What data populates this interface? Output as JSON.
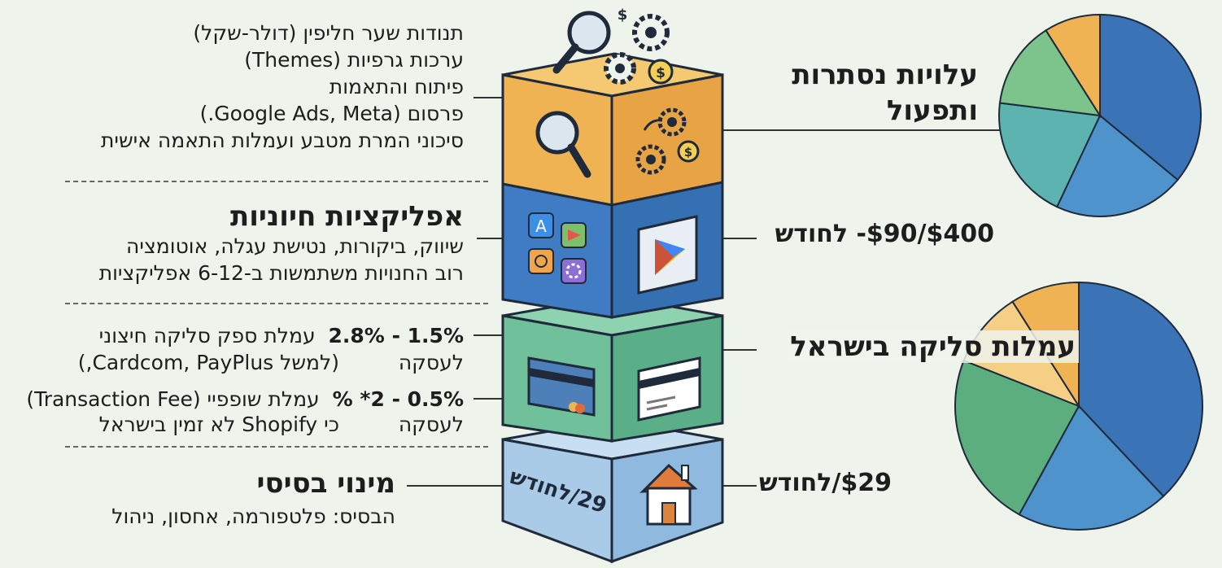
{
  "left": {
    "hidden_costs": {
      "lines": [
        "תנודות שער חליפין (דולר-שקל)",
        "ערכות גרפיות (Themes)",
        "פיתוח והתאמות",
        "פרסום (Google Ads, Meta.)",
        "סיכוני המרת מטבע ועמלות התאמה אישית"
      ]
    },
    "apps": {
      "title": "אפליקציות חיוניות",
      "lines": [
        "שיווק, ביקורות, נטישת עגלה, אוטומציה",
        "רוב החנויות משתמשות ב-6-12 אפליקציות"
      ]
    },
    "fees": {
      "external": {
        "rate": "1.5% - 2.8%",
        "per": "לעסקה",
        "label": "עמלת ספק סליקה חיצוני",
        "example": "(למשל Cardcom, PayPlus,)"
      },
      "shopify": {
        "rate": "0.5% - 2* %",
        "per": "לעסקה",
        "label": "עמלת שופפיי (Transaction Fee)",
        "note": "כי Shopify לא זמין בישראל"
      }
    },
    "basic": {
      "title": "מינוי בסיסי",
      "line": "הבסיס: פלטפורמה, אחסון, ניהול"
    }
  },
  "stack": {
    "base_label": "29/לחודש",
    "colors": {
      "top": "#f0b354",
      "apps": "#3f7cc4",
      "fees": "#6fc09b",
      "base": "#a9cbe8"
    },
    "icons": [
      "magnifier-icon",
      "gears-icon",
      "dollar-coin-icon",
      "app-store-icon",
      "play-store-icon",
      "credit-card-icon",
      "house-icon"
    ]
  },
  "right": {
    "hidden_title": "עלויות נסתרות ותפעול",
    "apps_price": "$400/$90- לחודש",
    "fees_title": "עמלות סליקה בישראל",
    "basic_price": "$29/לחודש"
  },
  "pies": {
    "top": [
      {
        "value": 36,
        "color": "#3a73b6"
      },
      {
        "value": 21,
        "color": "#4f93cd"
      },
      {
        "value": 20,
        "color": "#5cb3b0"
      },
      {
        "value": 14,
        "color": "#7cc48b"
      },
      {
        "value": 9,
        "color": "#f0b354"
      }
    ],
    "bottom": [
      {
        "value": 38,
        "color": "#3a73b6"
      },
      {
        "value": 20,
        "color": "#4f93cd"
      },
      {
        "value": 23,
        "color": "#5dae7e"
      },
      {
        "value": 10,
        "color": "#f5cf86"
      },
      {
        "value": 9,
        "color": "#f0b354"
      }
    ]
  }
}
